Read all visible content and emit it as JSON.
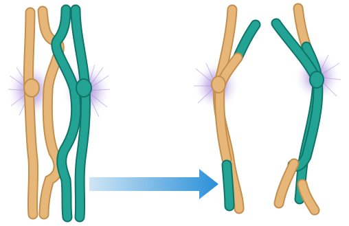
{
  "figure": {
    "caption": "",
    "colors": {
      "background": "#ffffff",
      "maternal_tan": "#e7b779",
      "maternal_tan_outline": "#c38f4d",
      "paternal_teal": "#22a394",
      "paternal_teal_outline": "#0f7468",
      "centromere_glow": "#9c7fd2",
      "arrow_start": "#cfe6f5",
      "arrow_end": "#2a8fd8"
    },
    "icons": {
      "arrow": "right-arrow-icon",
      "centromere": "centromere-glow-icon"
    },
    "panels": [
      {
        "id": "before",
        "chromatids": 4,
        "crossovers": 2
      },
      {
        "id": "after",
        "chromosomes": 2,
        "recombinant_segments": 4
      }
    ]
  }
}
